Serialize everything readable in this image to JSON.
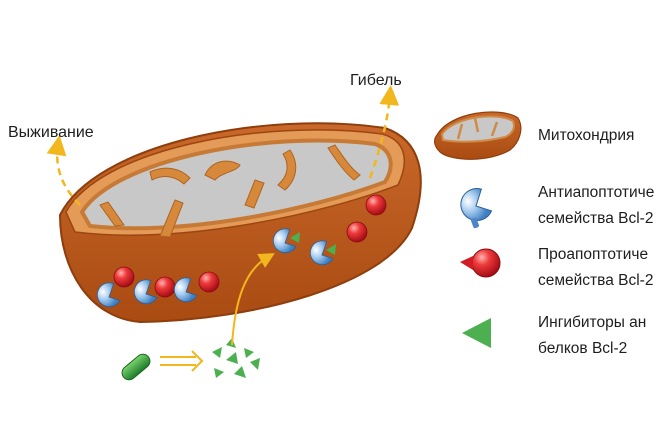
{
  "labels": {
    "survival": "Выживание",
    "death": "Гибель"
  },
  "legend": [
    {
      "id": "mito",
      "lines": [
        "Митохондрия"
      ]
    },
    {
      "id": "anti",
      "lines": [
        "Антиапоптотиче",
        "семейства Bcl-2"
      ]
    },
    {
      "id": "pro",
      "lines": [
        "Проапоптотиче",
        "семейства Bcl-2"
      ]
    },
    {
      "id": "inhib",
      "lines": [
        "Ингибиторы ан",
        "белков Bcl-2"
      ]
    }
  ],
  "colors": {
    "outer_membrane": "#b8561a",
    "inner_matrix": "#c5c5c5",
    "cristae": "#cc7a2c",
    "antiapoptotic": "#6ea8dc",
    "proapoptotic": "#e3232e",
    "inhibitor": "#4caf50",
    "drug_capsule": "#2e9e3a",
    "arrows": "#f2b71d"
  },
  "icons": [
    "mitochondrion-icon",
    "pacman-protein-icon",
    "red-ball-protein-icon",
    "green-triangle-icon",
    "capsule-icon"
  ]
}
